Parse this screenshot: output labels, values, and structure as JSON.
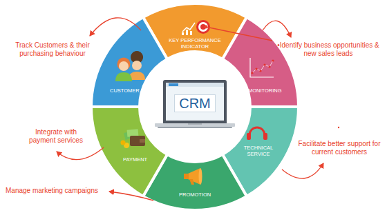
{
  "diagram": {
    "nodes": [
      {
        "text": [
          "CRM"
        ]
      },
      {
        "text": [
          "KEY PERFORMANCE INDICATOR"
        ]
      },
      {
        "text": [
          "MONITORING"
        ]
      },
      {
        "text": [
          "TECHNICAL SERVICE"
        ]
      },
      {
        "text": [
          "PROMOTION"
        ]
      },
      {
        "text": [
          "PAYMENT"
        ]
      },
      {
        "text": [
          "CUSTOMER"
        ]
      }
    ],
    "labels": [
      "Track Customers & their purchasing behaviour",
      "•Identify business opportunities & new sales leads",
      "Integrate with payment services",
      "Facilitate better support for current customers",
      "Manage marketing campaigns"
    ]
  }
}
